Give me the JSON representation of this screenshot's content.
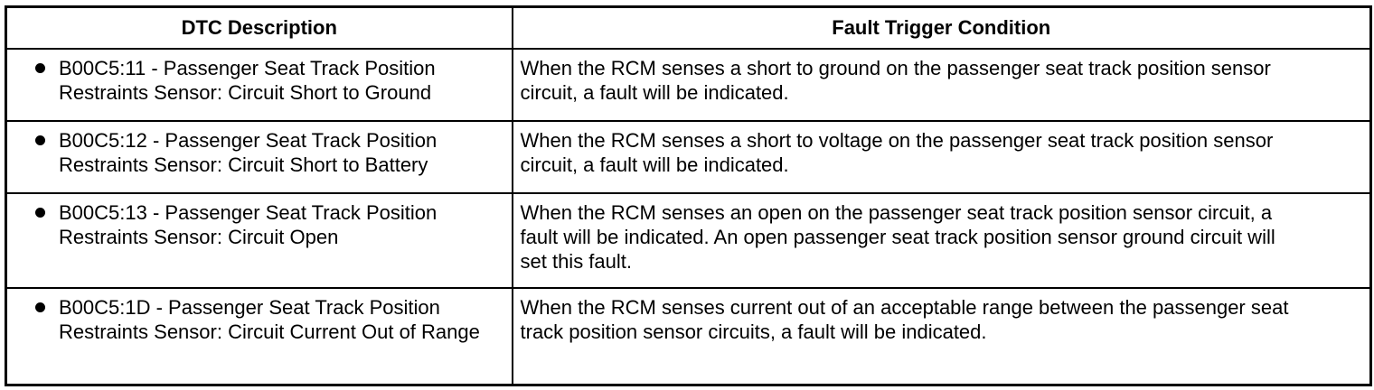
{
  "table": {
    "columns": [
      {
        "label": "DTC Description"
      },
      {
        "label": "Fault Trigger Condition"
      }
    ],
    "rows": [
      {
        "dtc": "B00C5:11 - Passenger Seat Track Position Restraints Sensor: Circuit Short to Ground",
        "condition": "When the RCM senses a short to ground on the passenger seat track position sensor circuit, a fault will be indicated."
      },
      {
        "dtc": "B00C5:12 - Passenger Seat Track Position Restraints Sensor: Circuit Short to Battery",
        "condition": "When the RCM senses a short to voltage on the passenger seat track position sensor circuit, a fault will be indicated."
      },
      {
        "dtc": "B00C5:13 - Passenger Seat Track Position Restraints Sensor: Circuit Open",
        "condition": "When the RCM senses an open on the passenger seat track position sensor circuit, a fault will be indicated. An open passenger seat track position sensor ground circuit will set this fault."
      },
      {
        "dtc": "B00C5:1D - Passenger Seat Track Position Restraints Sensor: Circuit Current Out of Range",
        "condition": "When the RCM senses current out of an acceptable range between the passenger seat track position sensor circuits, a fault will be indicated."
      }
    ],
    "colors": {
      "border": "#000000",
      "text": "#000000",
      "background": "#ffffff"
    }
  }
}
